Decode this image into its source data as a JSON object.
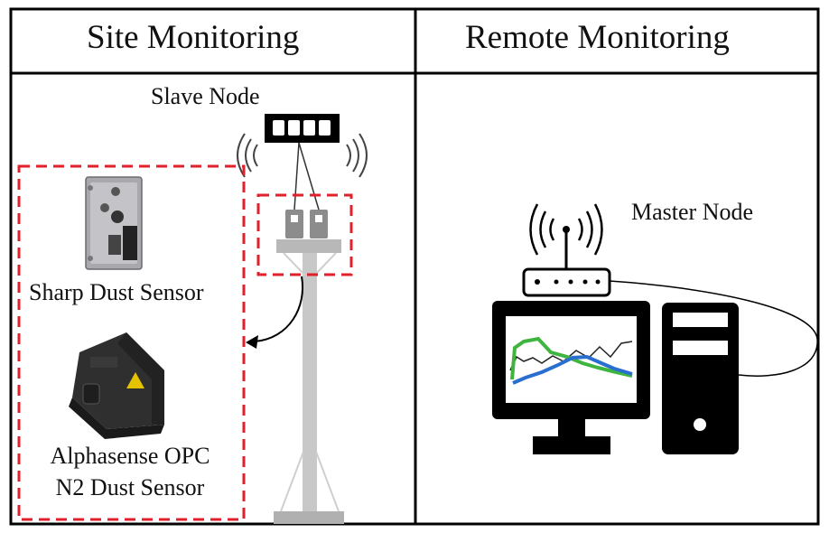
{
  "headers": {
    "left": "Site Monitoring",
    "right": "Remote Monitoring"
  },
  "labels": {
    "slave_node": "Slave Node",
    "master_node": "Master Node",
    "sharp_sensor": "Sharp Dust Sensor",
    "alphasense_line1": "Alphasense OPC",
    "alphasense_line2": "N2 Dust Sensor"
  },
  "colors": {
    "border": "#000000",
    "dashed_box": "#e0202a",
    "pole": "#c8c8c8",
    "sensor_mount": "#8c8c8c",
    "line_black": "#222222",
    "line_green": "#3fb53f",
    "line_blue": "#2a6fd0"
  },
  "icons": [
    "wifi-waves-icon",
    "antenna-icon",
    "router-icon",
    "monitor-icon",
    "pc-tower-icon",
    "arrow-icon"
  ]
}
